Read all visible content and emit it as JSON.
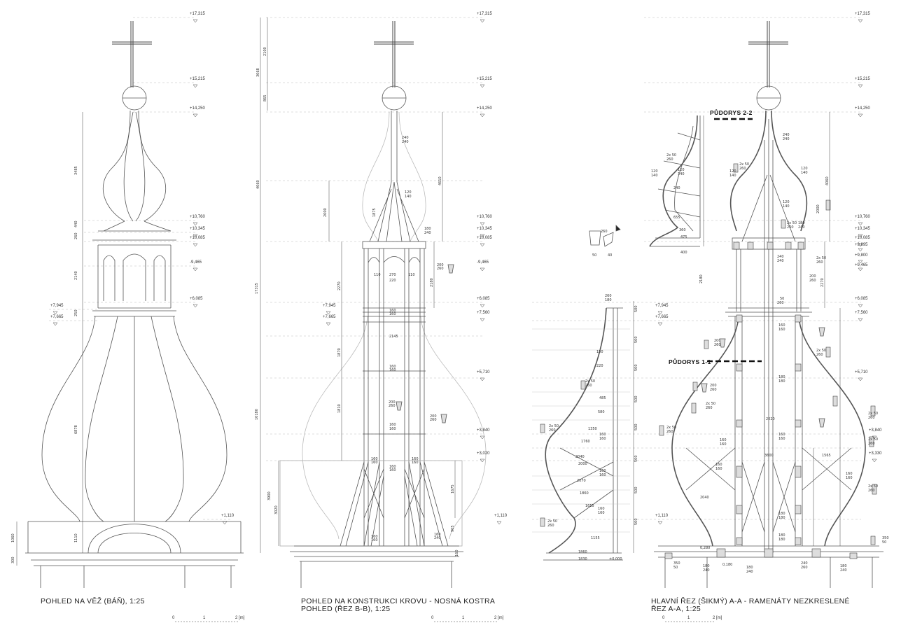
{
  "views": [
    {
      "id": "view1",
      "title1": "POHLED NA VĚŽ (BÁŇ), 1:25",
      "title2": ""
    },
    {
      "id": "view2",
      "title1": "POHLED NA KONSTRUKCI KROVU - NOSNÁ KOSTRA",
      "title2": "POHLED (ŘEZ B-B), 1:25"
    },
    {
      "id": "view3",
      "title1": "HLAVNÍ ŘEZ (ŠIKMÝ) A-A - RAMENÁTY NEZKRESLENÉ",
      "title2": "ŘEZ A-A, 1:25"
    }
  ],
  "scale_bar": {
    "ticks": [
      "0",
      "1",
      "2 [m]"
    ]
  },
  "sections": {
    "plan_2": "PŮDORYS 2-2",
    "plan_1": "PŮDORYS 1-1"
  },
  "levels_right": [
    "+17,315",
    "+15,215",
    "+14,250",
    "+10,760",
    "+10,345",
    "+10,085",
    "-9,465",
    "+6,085",
    "+7,560",
    "+5,710",
    "+3,840",
    "+3,020",
    "+1,110"
  ],
  "levels_right3": [
    "+17,315",
    "+15,215",
    "+14,250",
    "+10,760",
    "+10,345",
    "+10,085",
    "+9,895",
    "+9,800",
    "+9,465",
    "+6,085",
    "+7,560",
    "+5,710",
    "+3,840",
    "+3,330"
  ],
  "levels_left": [
    "+7,945",
    "+7,665",
    "+1,110"
  ],
  "dims_view1": [
    "3485",
    "440",
    "260",
    "2140",
    "250",
    "6878",
    "1110",
    "1060",
    "300"
  ],
  "dims_view2": [
    "3068",
    "2100",
    "865",
    "4060",
    "2000",
    "1875",
    "17315",
    "10180",
    "2270",
    "1870",
    "1810",
    "3900",
    "3020",
    "4610",
    "2180",
    "1675",
    "905",
    "160"
  ],
  "member_labels": [
    "240",
    "240",
    "120",
    "140",
    "180",
    "240",
    "200",
    "260",
    "2x 50",
    "260",
    "180",
    "180",
    "160",
    "160",
    "110",
    "270",
    "220",
    "2145",
    "250",
    "200",
    "2020",
    "3600",
    "1565",
    "2040",
    "1860",
    "1350",
    "1760",
    "580",
    "220",
    "150",
    "2070",
    "1655",
    "1155",
    "1880",
    "0,280",
    "0,180"
  ]
}
